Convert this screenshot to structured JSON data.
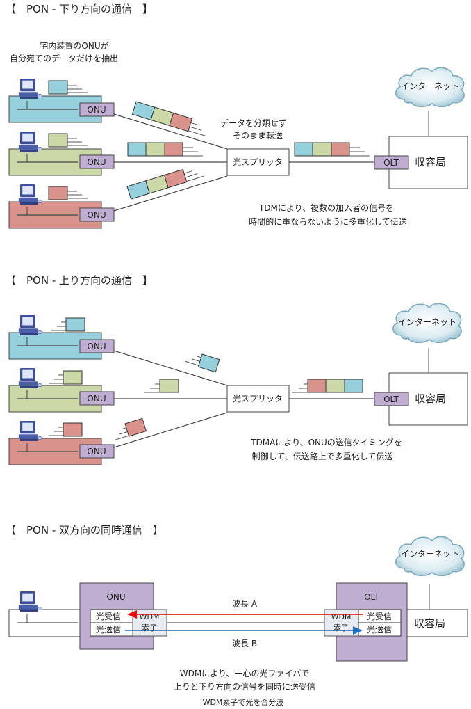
{
  "colors": {
    "blue": "#96d0dc",
    "green": "#cad9a7",
    "red": "#d9938c",
    "purple": "#bfaed1",
    "wdm": "#e6ecf2",
    "arrow_red": "#ee0000",
    "arrow_blue": "#1f6fc0"
  },
  "downstream": {
    "title": "【　PON - 下り方向の通信　】",
    "note_line1": "宅内装置のONUが",
    "note_line2": "自分宛てのデータだけを抽出",
    "onu_label": "ONU",
    "splitter_label": "光スプリッタ",
    "splitter_note_line1": "データを分類せず",
    "splitter_note_line2": "そのまま転送",
    "olt_label": "OLT",
    "station_label": "収容局",
    "internet_label": "インターネット",
    "caption_line1": "TDMにより、複数の加入者の信号を",
    "caption_line2": "時間的に重ならないように多重化して伝送"
  },
  "upstream": {
    "title": "【　PON - 上り方向の通信　】",
    "onu_label": "ONU",
    "splitter_label": "光スプリッタ",
    "olt_label": "OLT",
    "station_label": "収容局",
    "internet_label": "インターネット",
    "caption_line1": "TDMAにより、ONUの送信タイミングを",
    "caption_line2": "制御して、伝送路上で多重化して伝送"
  },
  "bidirectional": {
    "title": "【　PON - 双方向の同時通信　】",
    "onu_label": "ONU",
    "olt_label": "OLT",
    "rx_label": "光受信",
    "tx_label": "光送信",
    "wdm_line1": "WDM",
    "wdm_line2": "素子",
    "wavelength_a": "波長 A",
    "wavelength_b": "波長 B",
    "station_label": "収容局",
    "internet_label": "インターネット",
    "caption_line1": "WDMにより、一心の光ファイバで",
    "caption_line2": "上りと下り方向の信号を同時に送受信",
    "caption_line3": "WDM素子で光を合分波"
  }
}
